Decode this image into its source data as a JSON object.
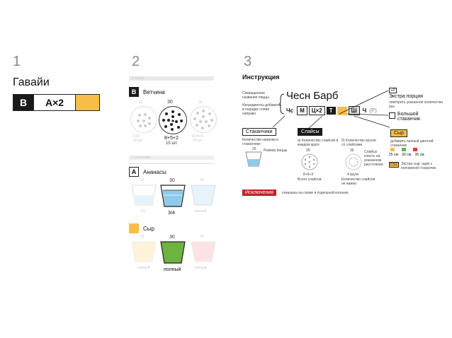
{
  "step1": {
    "number": "1",
    "pizza_name": "Гавайи",
    "code": {
      "b": "B",
      "a": "A×2"
    },
    "colors": {
      "dark": "#1a1a1a",
      "yellow": "#f8bd48"
    }
  },
  "step2": {
    "number": "2",
    "slices_tag": "Слайсы",
    "ham": {
      "badge": "B",
      "label": "Ветчина"
    },
    "plates": [
      {
        "top": "25",
        "bottom1": "6+6",
        "bottom2": "40 шт."
      },
      {
        "top": "30",
        "bottom1": "8+5+2",
        "bottom2": "15 шт."
      },
      {
        "top": "35",
        "bottom1": "10+8+2",
        "bottom2": "20 шт."
      }
    ],
    "cups_tag": "Стаканчики",
    "pineapple": {
      "badge": "A",
      "label": "Ананасы"
    },
    "pineapple_cups": [
      {
        "top": "25",
        "bottom": "1/2"
      },
      {
        "top": "30",
        "bottom": "3/4"
      },
      {
        "top": "35",
        "bottom": "полный"
      }
    ],
    "cheese": {
      "label": "Сыр"
    },
    "cheese_cups": [
      {
        "top": "25",
        "bottom": "полный"
      },
      {
        "top": "30",
        "bottom": "полный"
      },
      {
        "top": "35",
        "bottom": "полный"
      }
    ]
  },
  "step3": {
    "number": "3",
    "title": "Инструкция",
    "abbr_note": "Сокращенное название пиццы",
    "ingr_note": "Ингредиенты добавить в порядке слева направо",
    "pizza_short": "Чесн Барб",
    "codes": [
      "Чс",
      "М",
      "Ц×2",
      "Т",
      "",
      "Ш",
      "Ч",
      "(Р)"
    ],
    "extra_tag": "x2",
    "extra_label": "Экстра порция",
    "extra_desc": "повторить указанное количество раз",
    "big_cup": "Большой стаканчик",
    "cups_label": "Стаканчики",
    "cups_desc": "Количество начинки в стаканчике",
    "cup_size_note": "Размер пиццы",
    "cup_num": "25",
    "slices_label": "Слайсы",
    "slices_a": "а) Количество слайсов в каждом круге",
    "slices_b": "б) Количество кругов со слайсами",
    "slices_c": "Слайсы класть на указанном расстоянии",
    "slices_num": "35",
    "slices_under": "8+6+3",
    "slices_total": "Всего слайсов",
    "slices_num2": "35",
    "slices_under2": "4 круга",
    "slices_note2": "Количество слайсов не важно",
    "cheese_label": "Сыр",
    "cheese_desc": "добавить полный цветной стаканчик",
    "cheese_sizes": [
      "25 см.",
      "30 см.",
      "35 см."
    ],
    "extra_cheese_tag": "CS1",
    "extra_cheese_desc": "Экстра сыр: один с половиной стаканчик",
    "exclusions_tag": "Исключения",
    "exclusions_desc": "показаны на схеме в отдельной колонке"
  }
}
